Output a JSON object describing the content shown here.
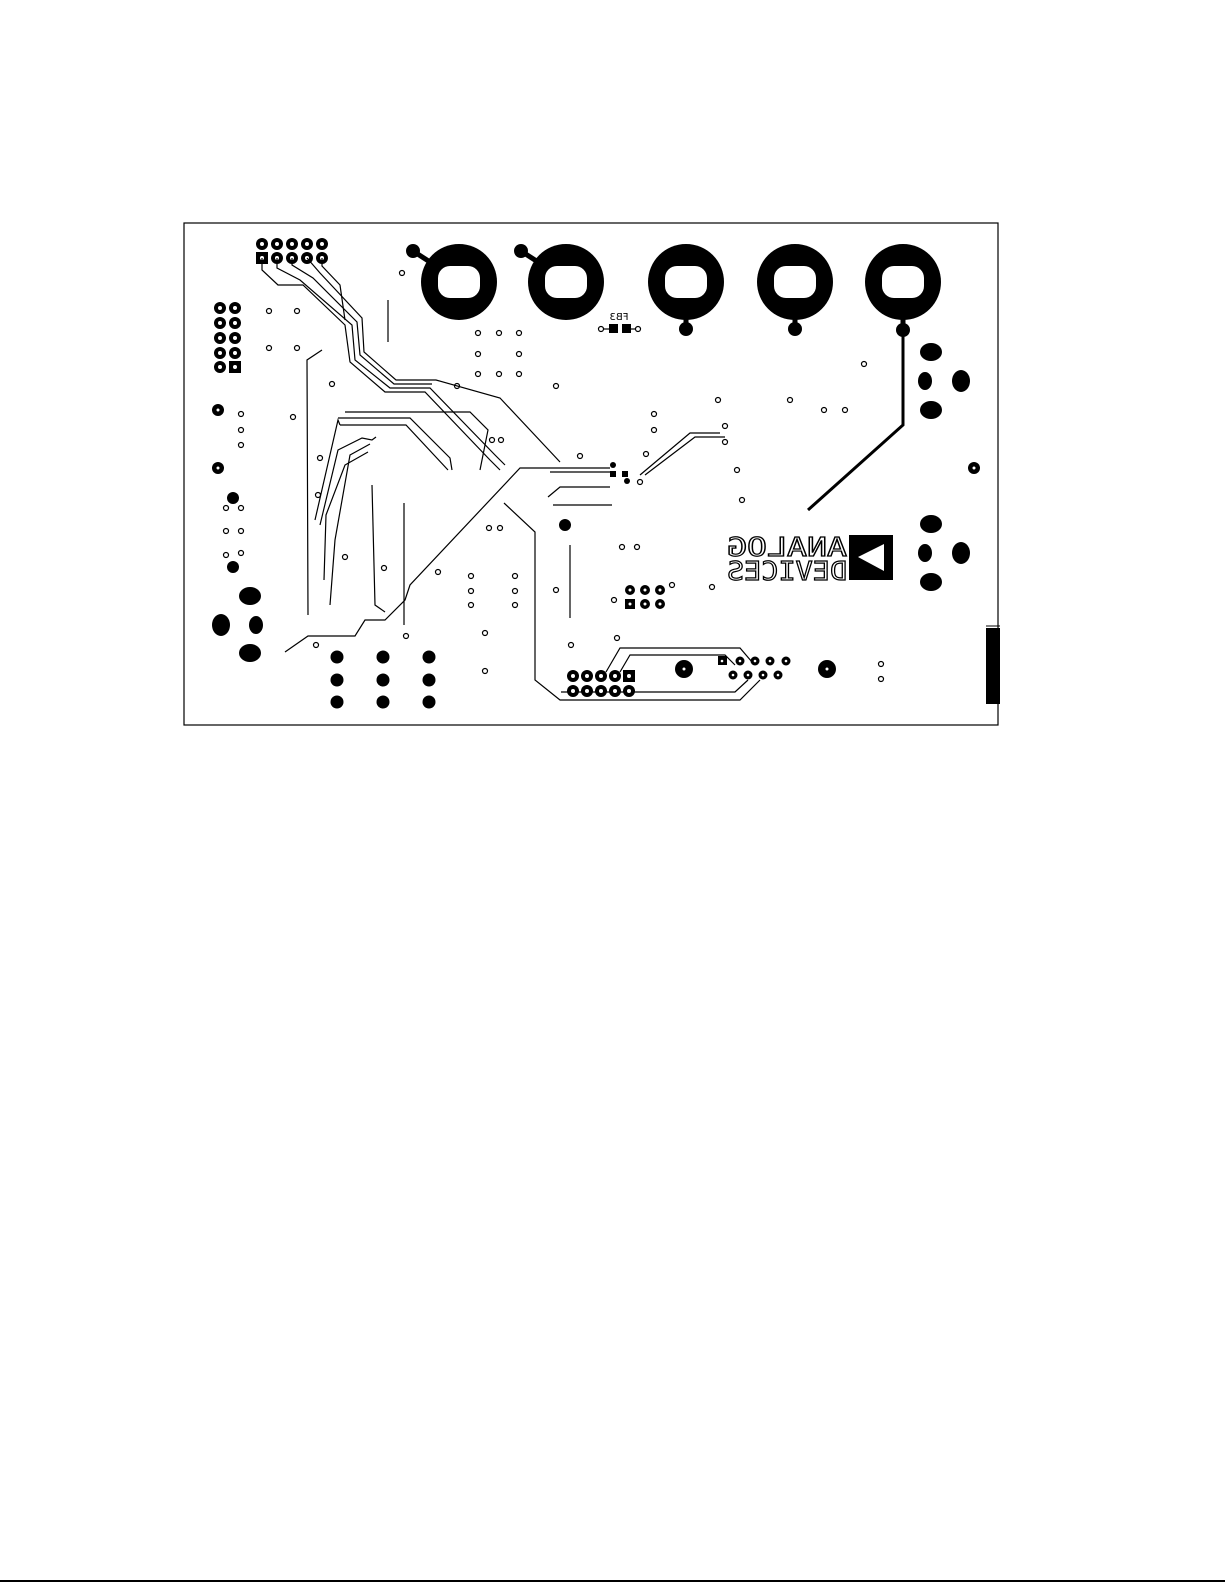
{
  "logo": {
    "line1": "ANALOG",
    "line2": "DEVICES"
  },
  "labels": {
    "ferrite": "FB3"
  },
  "colors": {
    "copper": "#000000",
    "background": "#ffffff"
  }
}
